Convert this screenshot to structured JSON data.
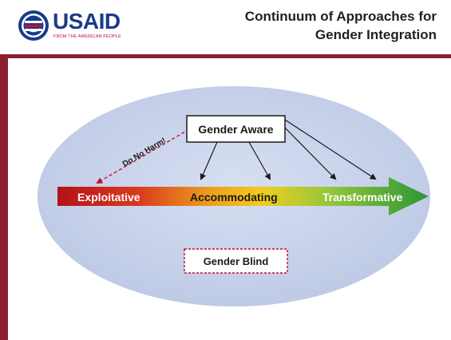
{
  "header": {
    "logo": {
      "word": "USAID",
      "tagline": "FROM THE AMERICAN PEOPLE",
      "seal_icon": "usaid-seal-icon"
    },
    "title_line1": "Continuum of Approaches for",
    "title_line2": "Gender Integration"
  },
  "diagram": {
    "top_node": "Gender Aware",
    "bottom_node": "Gender Blind",
    "dashed_label": "Do No Harm!",
    "continuum": {
      "left": "Exploitative",
      "middle": "Accommodating",
      "right": "Transformative"
    }
  },
  "colors": {
    "brand_navy": "#1a3a8a",
    "brand_red": "#c8102e",
    "accent_maroon": "#8a1f2d",
    "ellipse_fill": "#c9d3ea",
    "dashed_red": "#c0102a",
    "gradient": [
      "#b3121a",
      "#e8501c",
      "#f0c020",
      "#8cc43c",
      "#2f9a3a"
    ]
  }
}
